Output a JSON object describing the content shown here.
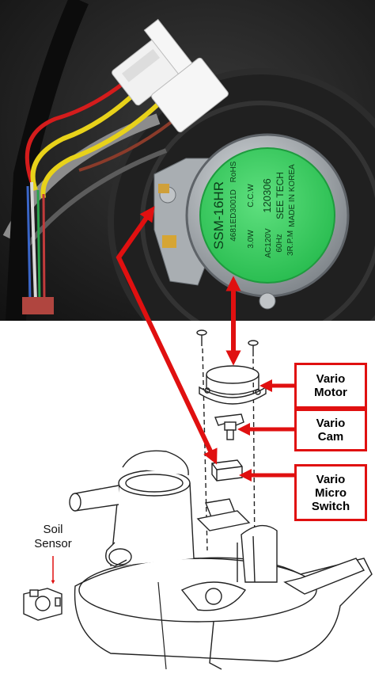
{
  "motor_label": {
    "model": "SSM-16HR",
    "part_number": "4681ED3001D",
    "power": "3.0W",
    "rotation": "C.C.W",
    "cert": "RoHS",
    "voltage": "AC120V",
    "frequency": "60Hz",
    "speed": "3R.P.M",
    "date_code": "120306",
    "maker": "SEE TECH",
    "origin": "MADE IN KOREA"
  },
  "callouts": {
    "vario_motor": [
      "Vario",
      "Motor"
    ],
    "vario_cam": [
      "Vario",
      "Cam"
    ],
    "vario_micro_switch": [
      "Vario",
      "Micro",
      "Switch"
    ]
  },
  "soil_sensor": [
    "Soil",
    "Sensor"
  ],
  "colors": {
    "callout_red": "#e01010",
    "label_green": "#2fd35a",
    "photo_dark": "#1b1b1b"
  }
}
